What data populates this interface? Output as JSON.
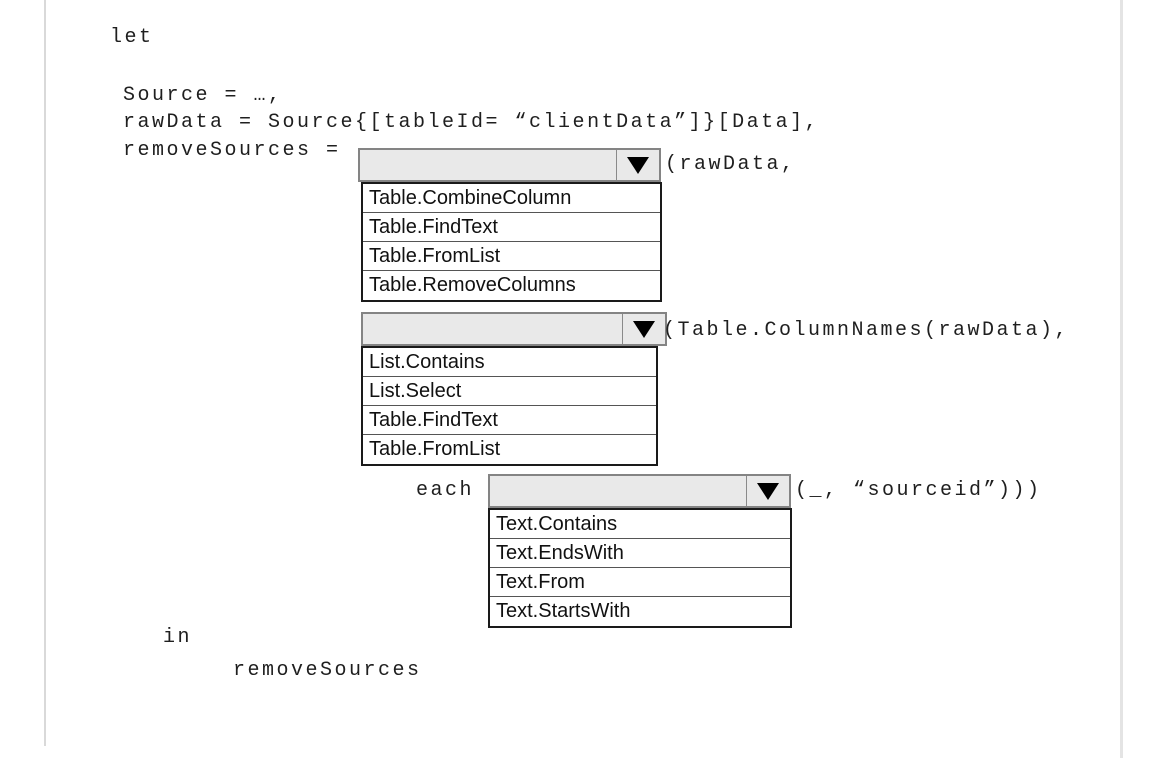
{
  "colors": {
    "page_background": "#ffffff",
    "left_border_line": "#d9d9d9",
    "right_border_line": "#e4e4e4",
    "code_text": "#1f1f1f",
    "dropdown_fill": "#e9e9e9",
    "dropdown_border": "#848484",
    "arrow_icon": "#000000",
    "list_border": "#1a1a1a",
    "list_divider": "#555555",
    "option_text": "#111111"
  },
  "code": {
    "let_keyword": "let",
    "source_line": "Source = …,",
    "rawdata_line": "rawData = Source{[tableId= “clientData”]}[Data],",
    "removesources_line": "removeSources =",
    "after_dropdown1": "(rawData,",
    "after_dropdown2": "(Table.ColumnNames(rawData),",
    "each_keyword": "each",
    "after_dropdown3": "(_, “sourceid”)))",
    "in_keyword": "in",
    "result_line": "removeSources"
  },
  "dropdowns": [
    {
      "name": "function-choice-1",
      "selected_value": "",
      "options": [
        "Table.CombineColumn",
        "Table.FindText",
        "Table.FromList",
        "Table.RemoveColumns"
      ]
    },
    {
      "name": "function-choice-2",
      "selected_value": "",
      "options": [
        "List.Contains",
        "List.Select",
        "Table.FindText",
        "Table.FromList"
      ]
    },
    {
      "name": "function-choice-3",
      "selected_value": "",
      "options": [
        "Text.Contains",
        "Text.EndsWith",
        "Text.From",
        "Text.StartsWith"
      ]
    }
  ]
}
